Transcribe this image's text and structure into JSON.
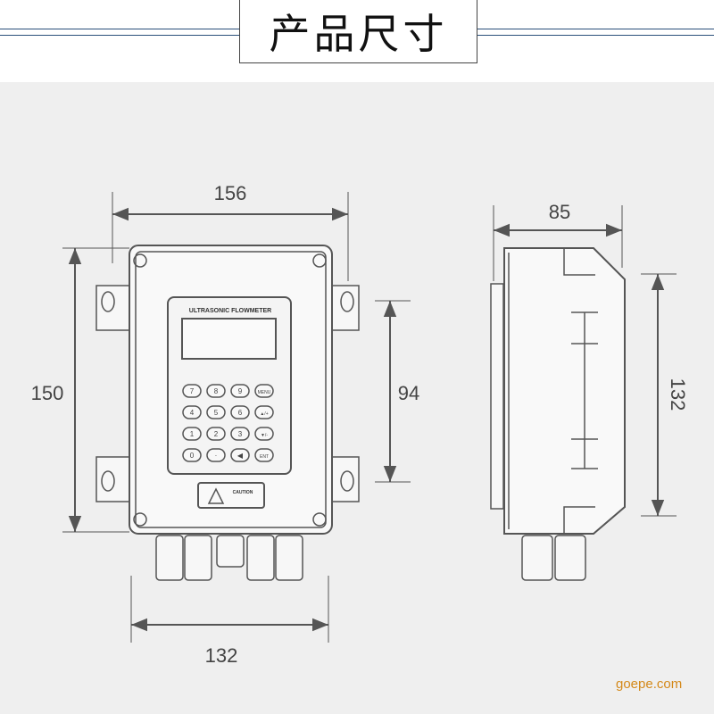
{
  "title": "产品尺寸",
  "device": {
    "label": "ULTRASONIC FLOWMETER",
    "caution": "CAUTION",
    "keys": [
      "7",
      "8",
      "9",
      "MENU",
      "4",
      "5",
      "6",
      "▲/+",
      "1",
      "2",
      "3",
      "▼/-",
      "0",
      "·",
      "◀",
      "ENT"
    ]
  },
  "dimensions": {
    "front_width": "156",
    "front_height": "150",
    "mount_spacing": "94",
    "bottom_width": "132",
    "side_depth": "85",
    "side_height": "132"
  },
  "watermark": "goepe.com"
}
